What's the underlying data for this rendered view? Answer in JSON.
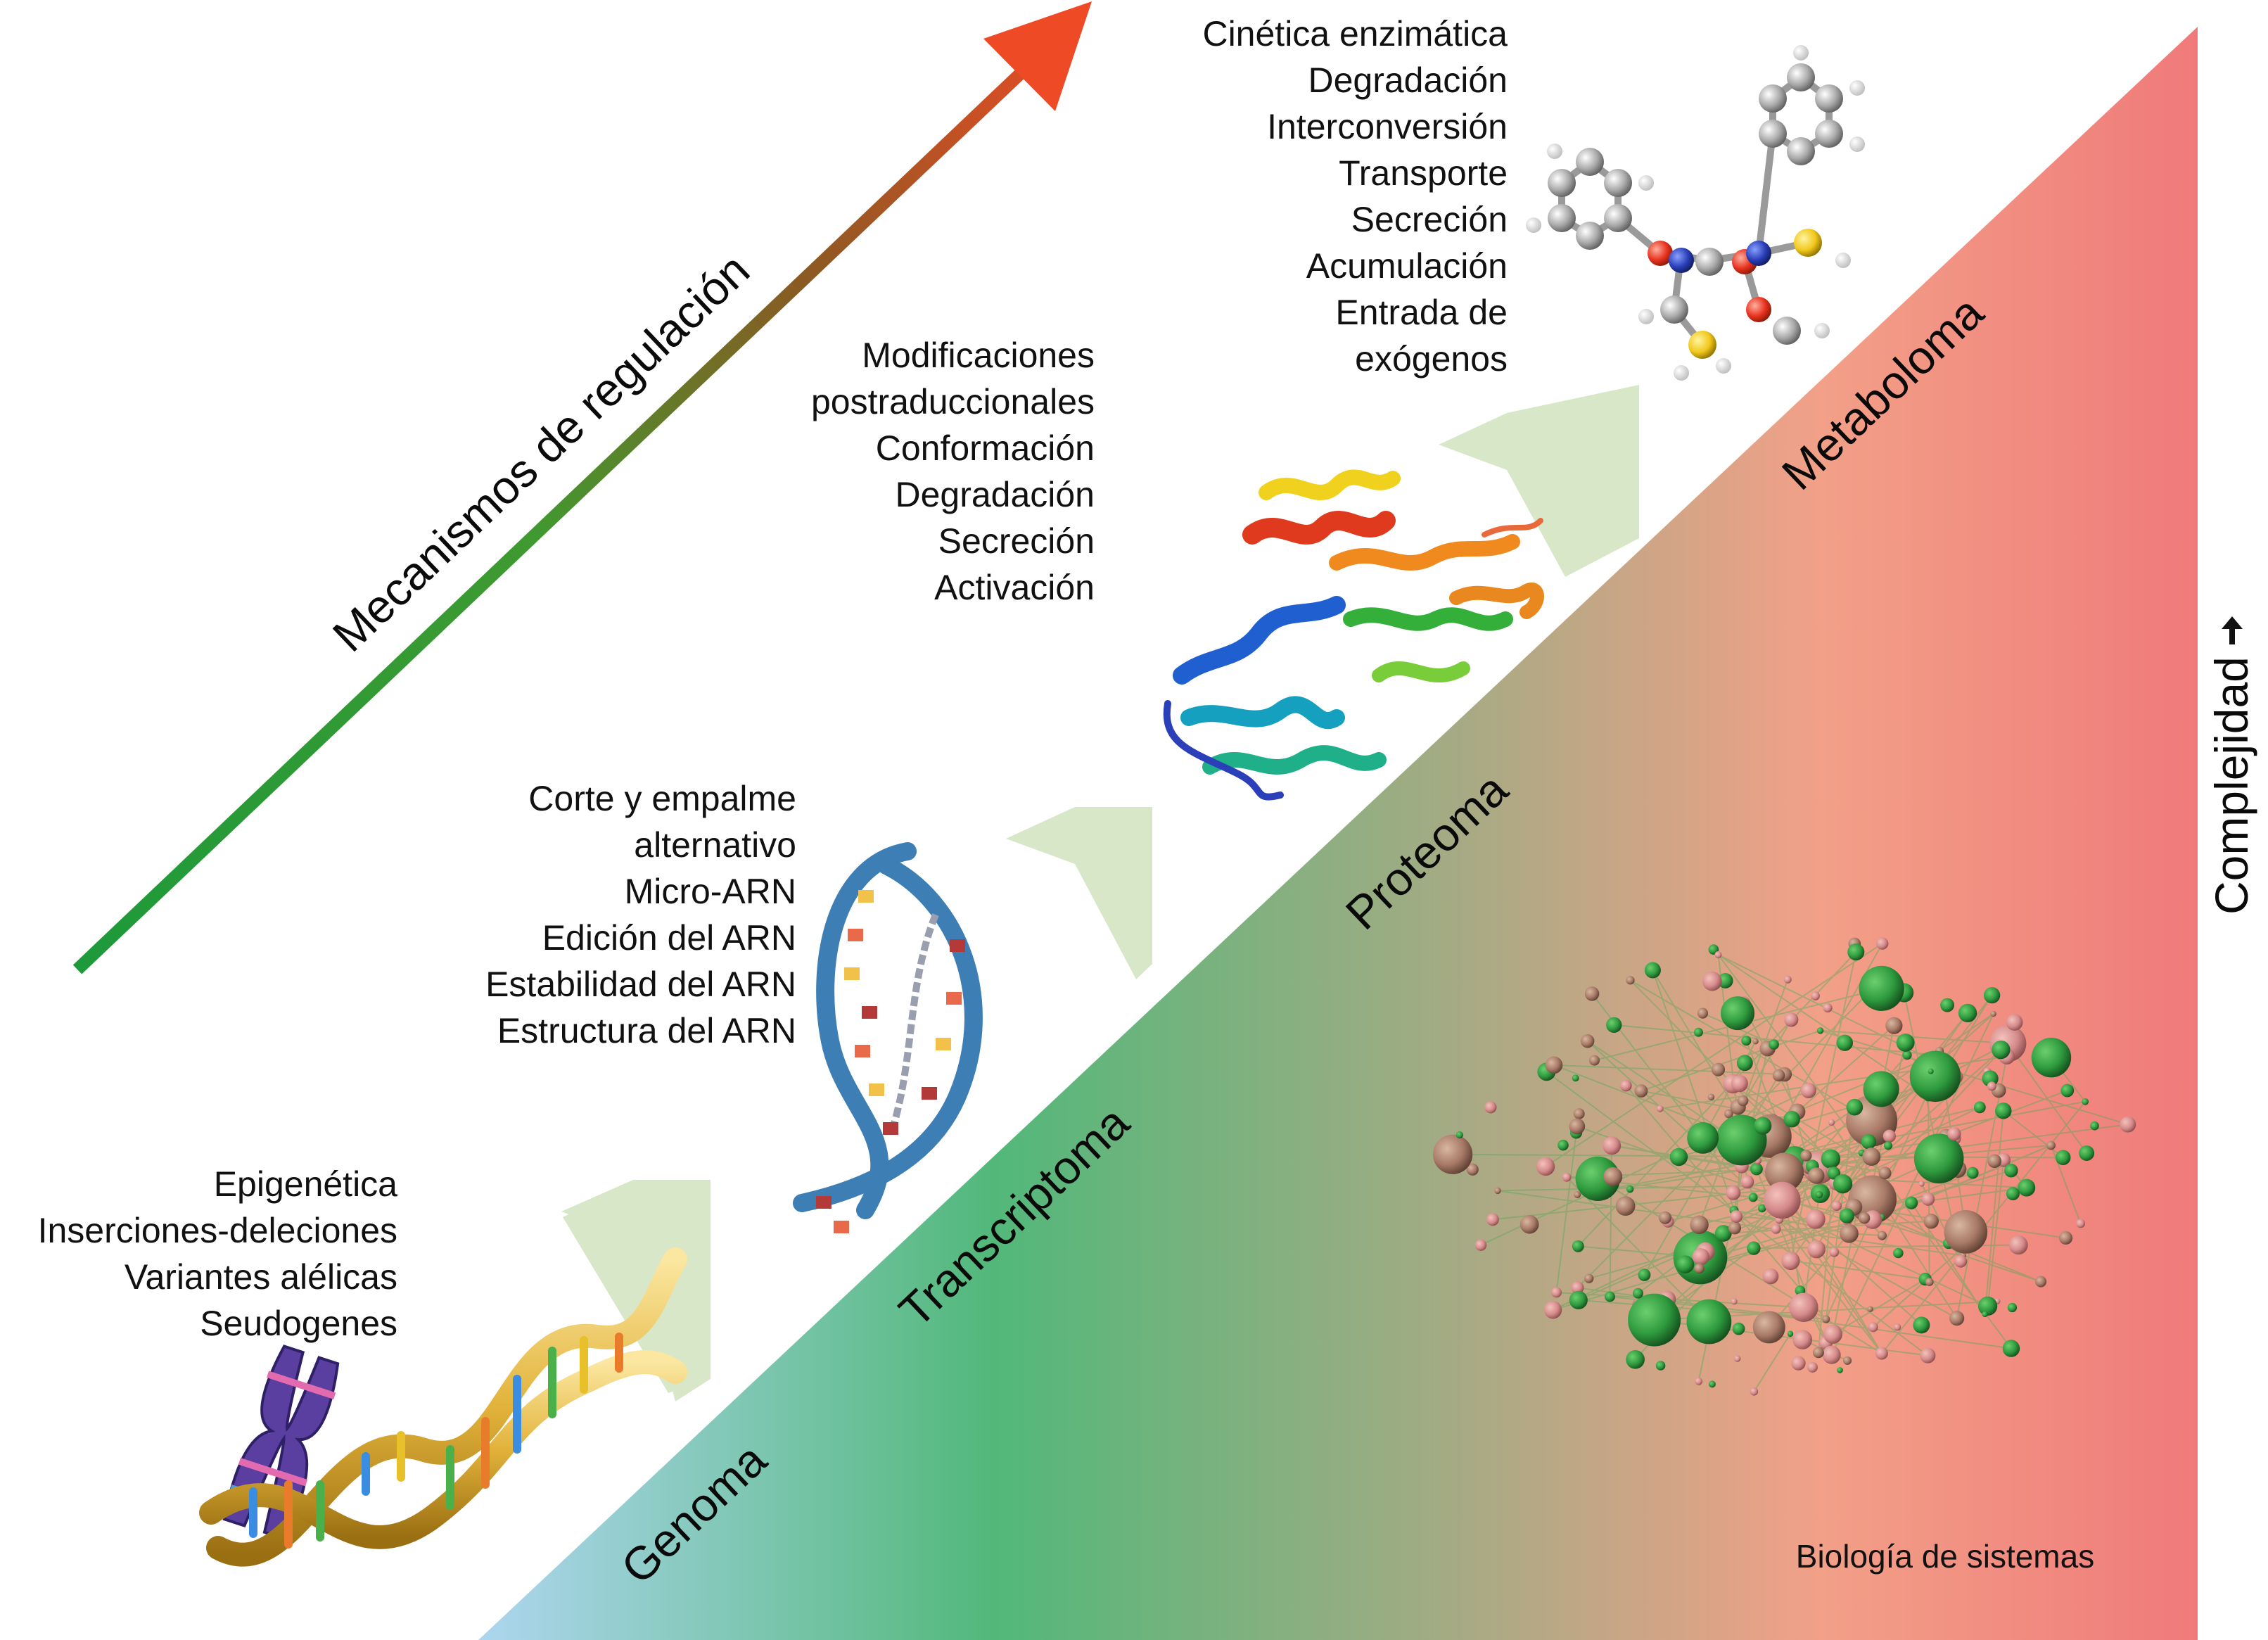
{
  "colors": {
    "gradient_start": "#aed6ef",
    "gradient_mid": "#52b87a",
    "gradient_mid2": "#a9aa84",
    "gradient_end": "#f07a7a",
    "regulation_arrow_start": "#1d9a3a",
    "regulation_arrow_mid": "#8a5a22",
    "regulation_arrow_end": "#ee4a26",
    "chevron": "#d9e7c9",
    "net_green": "#2e9a3e",
    "net_pink": "#d58a8a"
  },
  "regulation_arrow": {
    "label": "Mecanismos de regulación"
  },
  "complexity_axis": {
    "label": "Complejidad"
  },
  "levels": [
    {
      "id": "genoma",
      "name": "Genoma",
      "icon": "dna-double-helix-with-chromosome",
      "mechanisms": [
        "Epigenética",
        "Inserciones-deleciones",
        "Variantes alélicas",
        "Seudogenes"
      ]
    },
    {
      "id": "transcriptoma",
      "name": "Transcriptoma",
      "icon": "rna-helix",
      "mechanisms": [
        "Corte y empalme",
        "alternativo",
        "Micro-ARN",
        "Edición del ARN",
        "Estabilidad del ARN",
        "Estructura del ARN"
      ]
    },
    {
      "id": "proteoma",
      "name": "Proteoma",
      "icon": "protein-ribbon-structure",
      "mechanisms": [
        "Modificaciones",
        "postraduccionales",
        "Conformación",
        "Degradación",
        "Secreción",
        "Activación"
      ]
    },
    {
      "id": "metaboloma",
      "name": "Metaboloma",
      "icon": "molecule-ball-and-stick",
      "mechanisms": [
        "Cinética enzimática",
        "Degradación",
        "Interconversión",
        "Transporte",
        "Secreción",
        "Acumulación",
        "Entrada de",
        "exógenos"
      ]
    }
  ],
  "network": {
    "label": "Biología de sistemas",
    "icon": "interaction-network"
  }
}
